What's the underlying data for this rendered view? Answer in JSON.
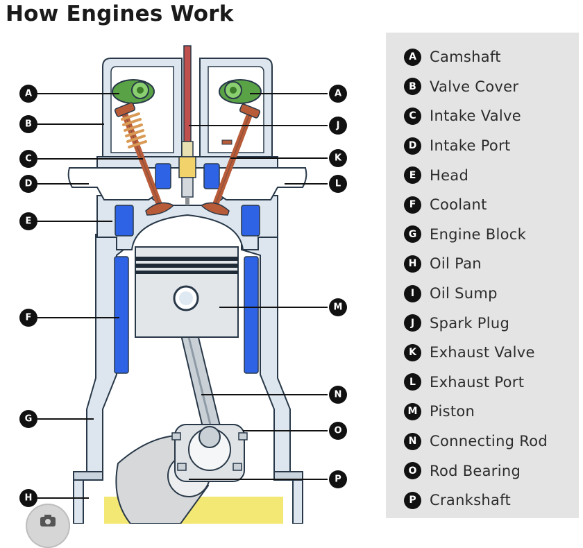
{
  "title": "How Engines Work",
  "colors": {
    "metal": "#dde6ee",
    "outline": "#283848",
    "coolant": "#2f63e6",
    "oil": "#f4e874",
    "cam": "#5aa246",
    "spring": "#d99a55",
    "valve": "#b85b38",
    "label": "#111111"
  },
  "legend": [
    {
      "letter": "A",
      "label": "Camshaft"
    },
    {
      "letter": "B",
      "label": "Valve Cover"
    },
    {
      "letter": "C",
      "label": "Intake Valve"
    },
    {
      "letter": "D",
      "label": "Intake Port"
    },
    {
      "letter": "E",
      "label": "Head"
    },
    {
      "letter": "F",
      "label": "Coolant"
    },
    {
      "letter": "G",
      "label": "Engine Block"
    },
    {
      "letter": "H",
      "label": "Oil Pan"
    },
    {
      "letter": "I",
      "label": "Oil Sump"
    },
    {
      "letter": "J",
      "label": "Spark Plug"
    },
    {
      "letter": "K",
      "label": "Exhaust Valve"
    },
    {
      "letter": "L",
      "label": "Exhaust Port"
    },
    {
      "letter": "M",
      "label": "Piston"
    },
    {
      "letter": "N",
      "label": "Connecting Rod"
    },
    {
      "letter": "O",
      "label": "Rod Bearing"
    },
    {
      "letter": "P",
      "label": "Crankshaft"
    }
  ],
  "markers": {
    "a_left": "A",
    "a_right": "A",
    "b": "B",
    "c": "C",
    "d": "D",
    "e": "E",
    "f": "F",
    "g": "G",
    "h": "H",
    "j": "J",
    "k": "K",
    "l": "L",
    "m": "M",
    "n": "N",
    "o": "O",
    "p": "P"
  }
}
